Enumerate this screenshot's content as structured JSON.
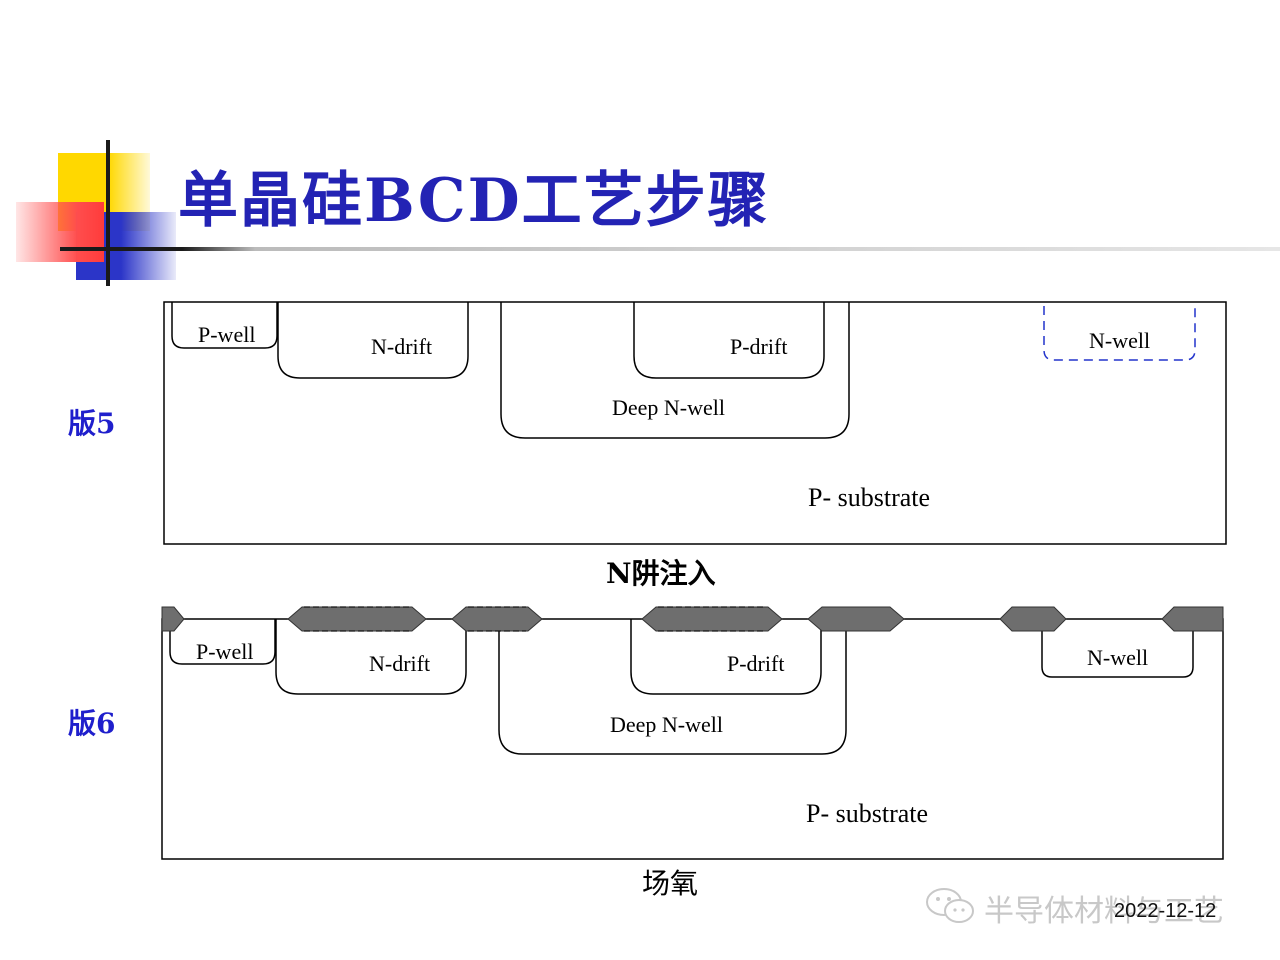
{
  "title": "单晶硅BCD工艺步骤",
  "plate5": {
    "label": "版5",
    "caption": "N阱注入",
    "regions": {
      "pwell": "P-well",
      "ndrift": "N-drift",
      "pdrift": "P-drift",
      "deep_nwell": "Deep N-well",
      "nwell": "N-well",
      "substrate": "P- substrate"
    }
  },
  "plate6": {
    "label": "版6",
    "caption": "场氧",
    "regions": {
      "pwell": "P-well",
      "ndrift": "N-drift",
      "pdrift": "P-drift",
      "deep_nwell": "Deep N-well",
      "nwell": "N-well",
      "substrate": "P- substrate"
    }
  },
  "watermark": {
    "text": "半导体材料与工艺",
    "icon": "wechat-icon",
    "date": "2022-12-12"
  },
  "colors": {
    "title": "#2323b4",
    "plate_label": "#1f1fcc",
    "field_oxide": "#6e6e6e",
    "nwell_mask": "#2233cc"
  }
}
